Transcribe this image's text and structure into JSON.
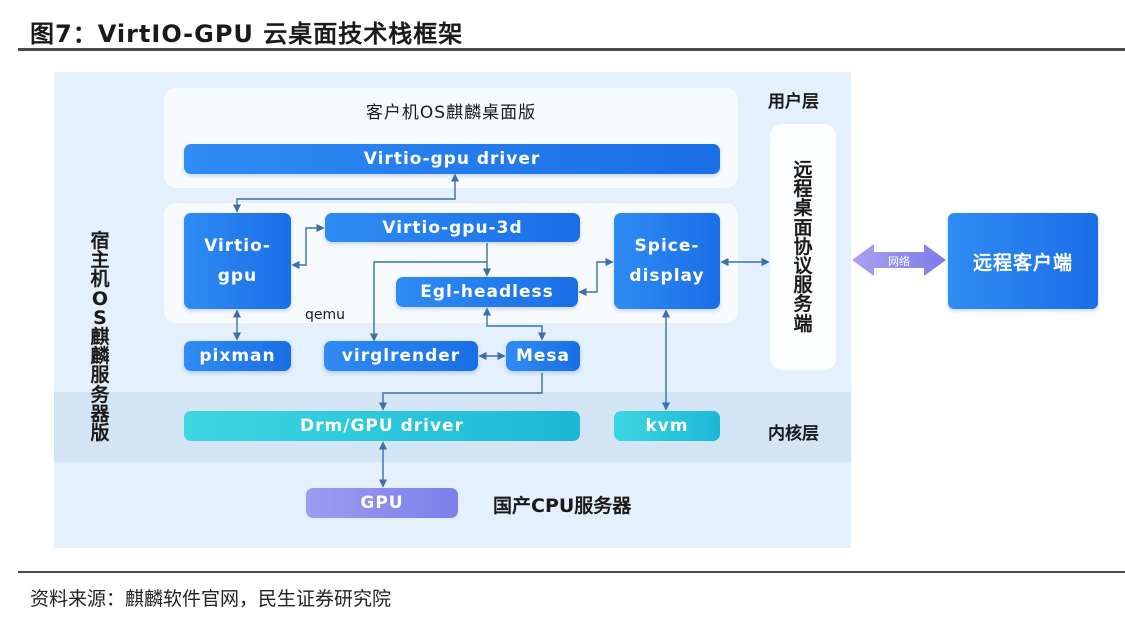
{
  "figure": {
    "title": "图7：VirtIO-GPU 云桌面技术栈框架",
    "source": "资料来源：麒麟软件官网，民生证券研究院"
  },
  "layers": {
    "user_layer": "用户层",
    "kernel_layer": "内核层",
    "host_os": "宿主机OS麒麟服务器版",
    "hardware": "国产CPU服务器"
  },
  "guest": {
    "title": "客户机OS麒麟桌面版",
    "virtio_gpu_driver": "Virtio-gpu driver"
  },
  "qemu": {
    "label": "qemu",
    "virtio_gpu_line1": "Virtio-",
    "virtio_gpu_line2": "gpu",
    "virtio_gpu_3d": "Virtio-gpu-3d",
    "egl_headless": "Egl-headless",
    "spice_display_line1": "Spice-",
    "spice_display_line2": "display"
  },
  "libs": {
    "pixman": "pixman",
    "virglrender": "virglrender",
    "mesa": "Mesa"
  },
  "kernel": {
    "drm_gpu_driver": "Drm/GPU driver",
    "kvm": "kvm"
  },
  "hw": {
    "gpu": "GPU"
  },
  "remote": {
    "server": "远程桌面协议服务端",
    "network": "网络",
    "client": "远程客户端"
  },
  "colors": {
    "box_blue": "#1f7aeb",
    "box_cyan": "#22c3dc",
    "box_purple": "#8a8df0",
    "panel_bg": "#e4f0fc",
    "kernel_band": "#d3e4f5",
    "connector": "#3d6fa8"
  }
}
